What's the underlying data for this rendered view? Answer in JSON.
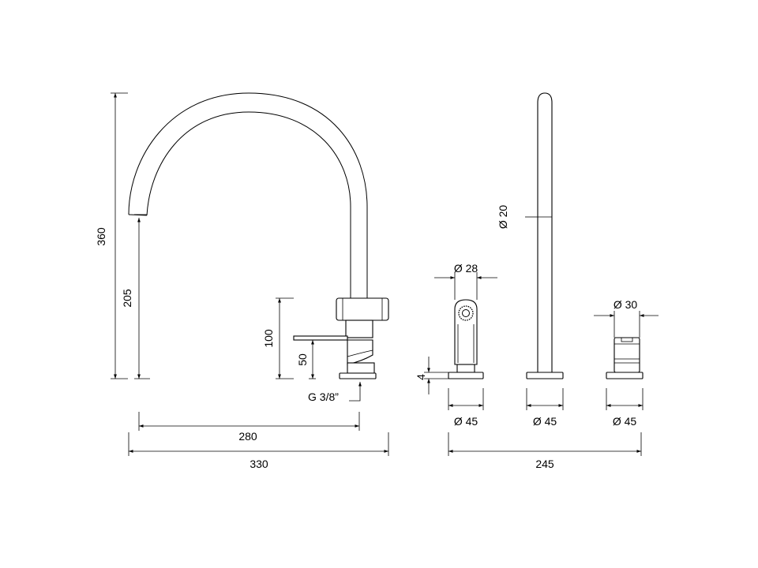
{
  "dimensions": {
    "total_height": "360",
    "spout_height": "205",
    "lever_height": "100",
    "base_height": "50",
    "thread": "G 3/8”",
    "reach": "280",
    "overall_width": "330",
    "spray_base_thickness": "4",
    "spray_head_diameter": "Ø 28",
    "rod_diameter": "Ø 20",
    "knob_diameter": "Ø 30",
    "base_diameter_spray": "Ø 45",
    "base_diameter_rod": "Ø 45",
    "base_diameter_knob": "Ø 45",
    "accessories_width": "245"
  }
}
